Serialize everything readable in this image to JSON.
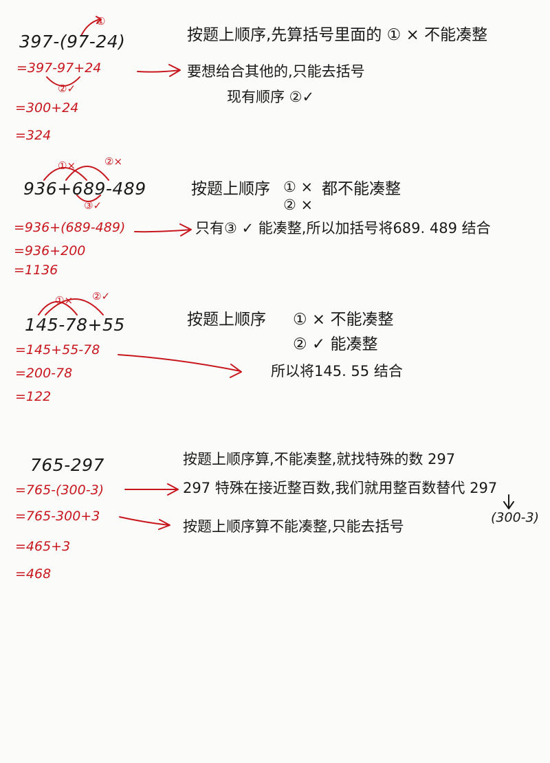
{
  "colors": {
    "ink": "#1a1a1a",
    "red_ink": "#c8161d",
    "paper": "#fbfbfa"
  },
  "sections": [
    {
      "expression": "397-(97-24)",
      "marks": [
        "①",
        "②✓"
      ],
      "steps": [
        "=397-97+24",
        "=300+24",
        "=324"
      ],
      "notes": [
        "按题上顺序,先算括号里面的 ① × 不能凑整",
        "要想给合其他的,只能去括号",
        "现有顺序 ②✓"
      ]
    },
    {
      "expression": "936+689-489",
      "marks": [
        "①×",
        "②×",
        "③✓"
      ],
      "steps": [
        "=936+(689-489)",
        "=936+200",
        "=1136"
      ],
      "notes": [
        "按题上顺序",
        "① ×",
        "② ×",
        "都不能凑整",
        "只有③ ✓ 能凑整,所以加括号将689. 489 结合"
      ]
    },
    {
      "expression": "145-78+55",
      "marks": [
        "①×",
        "②✓"
      ],
      "steps": [
        "=145+55-78",
        "=200-78",
        "=122"
      ],
      "notes": [
        "按题上顺序",
        "① × 不能凑整",
        "② ✓ 能凑整",
        "所以将145. 55 结合"
      ]
    },
    {
      "expression": "765-297",
      "steps": [
        "=765-(300-3)",
        "=765-300+3",
        "=465+3",
        "=468"
      ],
      "notes": [
        "按题上顺序算,不能凑整,就找特殊的数 297",
        "297 特殊在接近整百数,我们就用整百数替代 297",
        "(300-3)",
        "按题上顺序算不能凑整,只能去括号"
      ]
    }
  ]
}
